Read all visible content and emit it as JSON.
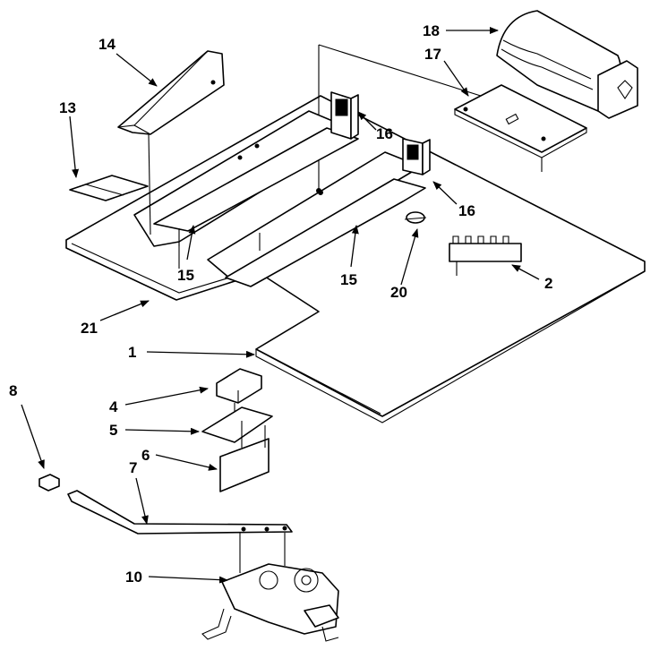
{
  "diagram": {
    "callouts": [
      {
        "id": "c18",
        "text": "18"
      },
      {
        "id": "c17",
        "text": "17"
      },
      {
        "id": "c14",
        "text": "14"
      },
      {
        "id": "c13",
        "text": "13"
      },
      {
        "id": "c16a",
        "text": "16"
      },
      {
        "id": "c16b",
        "text": "16"
      },
      {
        "id": "c15a",
        "text": "15"
      },
      {
        "id": "c15b",
        "text": "15"
      },
      {
        "id": "c20",
        "text": "20"
      },
      {
        "id": "c2",
        "text": "2"
      },
      {
        "id": "c21",
        "text": "21"
      },
      {
        "id": "c1",
        "text": "1"
      },
      {
        "id": "c8",
        "text": "8"
      },
      {
        "id": "c4",
        "text": "4"
      },
      {
        "id": "c5",
        "text": "5"
      },
      {
        "id": "c6",
        "text": "6"
      },
      {
        "id": "c7",
        "text": "7"
      },
      {
        "id": "c10",
        "text": "10"
      }
    ]
  }
}
